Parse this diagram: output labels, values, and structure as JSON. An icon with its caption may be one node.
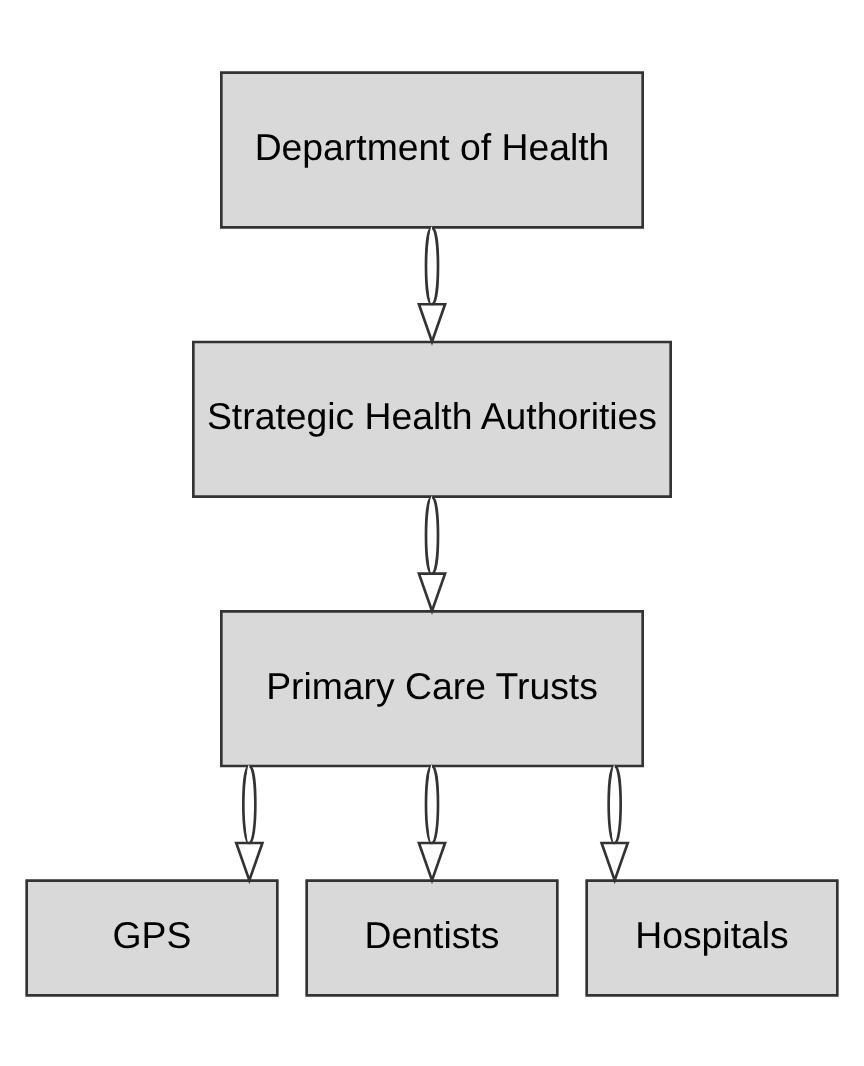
{
  "diagram": {
    "nodes": [
      {
        "text": [
          "Department of Health"
        ]
      },
      {
        "text": [
          "Strategic Health Authorities"
        ]
      },
      {
        "text": [
          "Primary Care Trusts"
        ]
      },
      {
        "text": [
          "GPS"
        ]
      },
      {
        "text": [
          "Dentists"
        ]
      },
      {
        "text": [
          "Hospitals"
        ]
      }
    ],
    "edges": [
      {
        "from": 0,
        "to": 1,
        "arrow": "to"
      },
      {
        "from": 1,
        "to": 2,
        "arrow": "to"
      },
      {
        "from": 2,
        "to": 3,
        "arrow": "to"
      },
      {
        "from": 2,
        "to": 4,
        "arrow": "to"
      },
      {
        "from": 2,
        "to": 5,
        "arrow": "to"
      }
    ]
  }
}
